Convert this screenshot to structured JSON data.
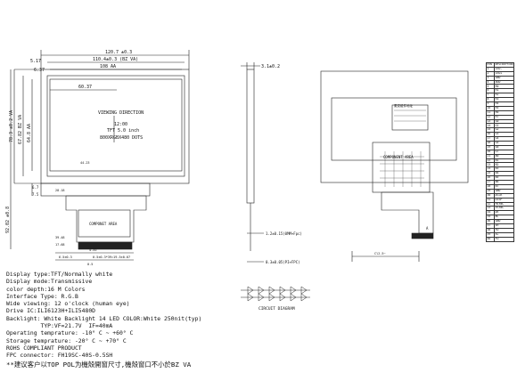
{
  "front_view": {
    "dims": {
      "outline_width": "120.7 ±0.3",
      "bz_va": "110.4±0.3 (BZ VA)",
      "aa_width": "108 AA",
      "left_5_17": "5.17",
      "left_6_37": "6.37",
      "inner_60_37": "60.37",
      "height_va": "78.3 ±0.2 VA",
      "height_bz": "67.82 BZ VA",
      "height_aa": "64.8 AA",
      "height_total": "92.02 ±0.8",
      "side_6_7": "6.7",
      "side_7_5": "7.5",
      "bottom_6_5": "6.5±0.3",
      "bottom_4_35": "4.35",
      "bottom_pitch": "0.5±0.3*39=19.5±0.07",
      "bottom_0_5": "0.5",
      "small_1": "44.23",
      "small_2": "28.18",
      "small_3": "39.48",
      "small_4": "17.68"
    },
    "labels": {
      "viewing_direction": "VIEWING DIRECTION",
      "twelve": "12:00",
      "tft": "TFT 5.0 inch",
      "resolution": "800XRGBX480 DOTS",
      "component_area": "COMPONET AREA"
    }
  },
  "side_view": {
    "dims": {
      "thickness": "3.1±0.2",
      "fpc_thick": "1.2±0.15(0MM+Fpc)",
      "fpc_thick2": "0.3±0.05(PI+FPC)"
    }
  },
  "back_view": {
    "labels": {
      "component_area": "COMPONENT AREA",
      "sticker": "麦克组件地址",
      "pin_a": "A",
      "fpc_dim": "Cl2.5~"
    }
  },
  "circuit": {
    "label": "CIRCUIT DIAGRAM"
  },
  "pin_table": {
    "headers": [
      "PIN",
      "DESCRIPTION"
    ],
    "rows": [
      [
        "1",
        "LED-"
      ],
      [
        "2",
        "LED+"
      ],
      [
        "3",
        "GND"
      ],
      [
        "4",
        "VDD"
      ],
      [
        "5",
        "R0"
      ],
      [
        "6",
        "R1"
      ],
      [
        "7",
        "R2"
      ],
      [
        "8",
        "R3"
      ],
      [
        "9",
        "R4"
      ],
      [
        "10",
        "R5"
      ],
      [
        "11",
        "R6"
      ],
      [
        "12",
        "R7"
      ],
      [
        "13",
        "G0"
      ],
      [
        "14",
        "G1"
      ],
      [
        "15",
        "G2"
      ],
      [
        "16",
        "G3"
      ],
      [
        "17",
        "G4"
      ],
      [
        "18",
        "G5"
      ],
      [
        "19",
        "G6"
      ],
      [
        "20",
        "G7"
      ],
      [
        "21",
        "B0"
      ],
      [
        "22",
        "B1"
      ],
      [
        "23",
        "B2"
      ],
      [
        "24",
        "B3"
      ],
      [
        "25",
        "B4"
      ],
      [
        "26",
        "B5"
      ],
      [
        "27",
        "B6"
      ],
      [
        "28",
        "B7"
      ],
      [
        "29",
        "GND"
      ],
      [
        "30",
        "DCLK"
      ],
      [
        "31",
        "DISP"
      ],
      [
        "32",
        "HSYNC"
      ],
      [
        "33",
        "VSYNC"
      ],
      [
        "34",
        "DE"
      ],
      [
        "35",
        "NC"
      ],
      [
        "36",
        "GND"
      ],
      [
        "37",
        "XR"
      ],
      [
        "38",
        "YD"
      ],
      [
        "39",
        "XL"
      ],
      [
        "40",
        "YU"
      ]
    ]
  },
  "specs": [
    "Display type:TFT/Normally white",
    "Display mode:Transmissive",
    "color depth:16 M Colors",
    "Interface Type: R.G.B",
    "Wide viewing: 12 o'clock (human eye)",
    "Drive IC:ILI6123H+ILI5480D",
    "Backlight: White Backlight 14 LED  COLOR:White 250nit(typ)",
    "          TYP:VF=21.7V  IF=40mA",
    "Operating temprature: -10° C ~ +60° C",
    "Storage temprature: -20° C ~ +70° C",
    "ROHS COMPLIANT PRODUCT",
    "FPC connector: FH19SC-40S-0.5SH"
  ],
  "note": "**建议客户以TOP POL为機殼開窗尺寸,機殼窗口不小於BZ VA"
}
